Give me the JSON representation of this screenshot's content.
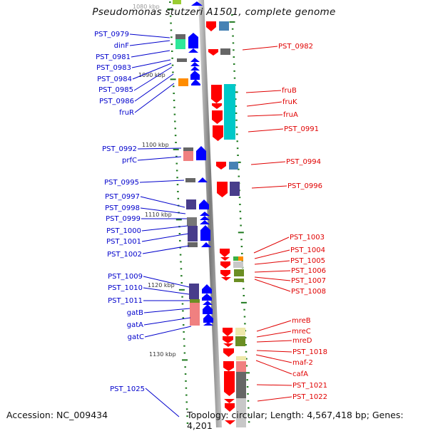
{
  "title": "Pseudomonas stutzeri A1501, complete genome",
  "footer": {
    "accession": "Accession: NC_009434",
    "summary": "Topology: circular; Length: 4,567,418 bp; Genes: 4,201"
  },
  "colors": {
    "backbone": "#8c8c8c",
    "forward_arrow": "#0000ff",
    "reverse_arrow": "#ff0000",
    "left_label": "#0000cc",
    "right_label": "#e00000",
    "tick": "#1f7a1f"
  },
  "scale_labels": [
    {
      "label": "1080 kbp",
      "kbp": 1080
    },
    {
      "label": "1090 kbp",
      "kbp": 1090
    },
    {
      "label": "1100 kbp",
      "kbp": 1100
    },
    {
      "label": "1110 kbp",
      "kbp": 1110
    },
    {
      "label": "1120 kbp",
      "kbp": 1120
    },
    {
      "label": "1130 kbp",
      "kbp": 1130
    }
  ],
  "left_genes": [
    {
      "label": "PST_0979"
    },
    {
      "label": "dinF"
    },
    {
      "label": "PST_0981"
    },
    {
      "label": "PST_0983"
    },
    {
      "label": "PST_0984"
    },
    {
      "label": "PST_0985"
    },
    {
      "label": "PST_0986"
    },
    {
      "label": "fruR"
    },
    {
      "label": "PST_0992"
    },
    {
      "label": "prfC"
    },
    {
      "label": "PST_0995"
    },
    {
      "label": "PST_0997"
    },
    {
      "label": "PST_0998"
    },
    {
      "label": "PST_0999"
    },
    {
      "label": "PST_1000"
    },
    {
      "label": "PST_1001"
    },
    {
      "label": "PST_1002"
    },
    {
      "label": "PST_1009"
    },
    {
      "label": "PST_1010"
    },
    {
      "label": "PST_1011"
    },
    {
      "label": "gatB"
    },
    {
      "label": "gatA"
    },
    {
      "label": "gatC"
    },
    {
      "label": "PST_1025"
    }
  ],
  "right_genes": [
    {
      "label": "PST_0982"
    },
    {
      "label": "fruB"
    },
    {
      "label": "fruK"
    },
    {
      "label": "fruA"
    },
    {
      "label": "PST_0991"
    },
    {
      "label": "PST_0994"
    },
    {
      "label": "PST_0996"
    },
    {
      "label": "PST_1003"
    },
    {
      "label": "PST_1004"
    },
    {
      "label": "PST_1005"
    },
    {
      "label": "PST_1006"
    },
    {
      "label": "PST_1007"
    },
    {
      "label": "PST_1008"
    },
    {
      "label": "mreB"
    },
    {
      "label": "mreC"
    },
    {
      "label": "mreD"
    },
    {
      "label": "PST_1018"
    },
    {
      "label": "maf-2"
    },
    {
      "label": "cafA"
    },
    {
      "label": "PST_1021"
    },
    {
      "label": "PST_1022"
    }
  ]
}
